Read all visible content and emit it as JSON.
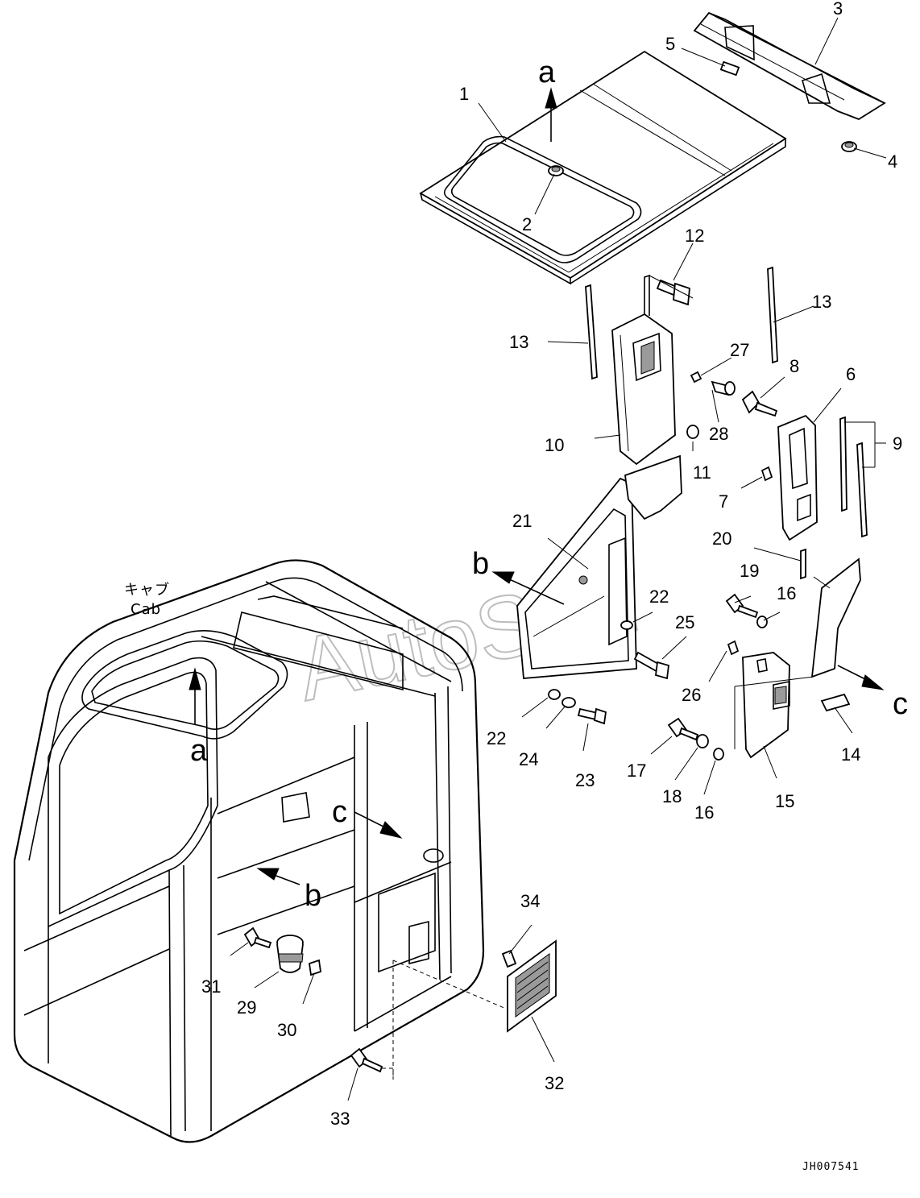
{
  "diagram": {
    "caption_jp": "キャブ",
    "caption_en": "Cab",
    "document_code": "JH007541",
    "watermark": "AutoSoft"
  },
  "parts": [
    {
      "id": "p1",
      "label": "1"
    },
    {
      "id": "p2",
      "label": "2"
    },
    {
      "id": "p3",
      "label": "3"
    },
    {
      "id": "p4",
      "label": "4"
    },
    {
      "id": "p5",
      "label": "5"
    },
    {
      "id": "p6",
      "label": "6"
    },
    {
      "id": "p7",
      "label": "7"
    },
    {
      "id": "p8",
      "label": "8"
    },
    {
      "id": "p9",
      "label": "9"
    },
    {
      "id": "p10",
      "label": "10"
    },
    {
      "id": "p11",
      "label": "11"
    },
    {
      "id": "p12",
      "label": "12"
    },
    {
      "id": "p13a",
      "label": "13"
    },
    {
      "id": "p13b",
      "label": "13"
    },
    {
      "id": "p14",
      "label": "14"
    },
    {
      "id": "p15",
      "label": "15"
    },
    {
      "id": "p16a",
      "label": "16"
    },
    {
      "id": "p16b",
      "label": "16"
    },
    {
      "id": "p17",
      "label": "17"
    },
    {
      "id": "p18",
      "label": "18"
    },
    {
      "id": "p19",
      "label": "19"
    },
    {
      "id": "p20",
      "label": "20"
    },
    {
      "id": "p21",
      "label": "21"
    },
    {
      "id": "p22a",
      "label": "22"
    },
    {
      "id": "p22b",
      "label": "22"
    },
    {
      "id": "p23",
      "label": "23"
    },
    {
      "id": "p24",
      "label": "24"
    },
    {
      "id": "p25",
      "label": "25"
    },
    {
      "id": "p26",
      "label": "26"
    },
    {
      "id": "p27",
      "label": "27"
    },
    {
      "id": "p28",
      "label": "28"
    },
    {
      "id": "p29",
      "label": "29"
    },
    {
      "id": "p30",
      "label": "30"
    },
    {
      "id": "p31",
      "label": "31"
    },
    {
      "id": "p32",
      "label": "32"
    },
    {
      "id": "p33",
      "label": "33"
    },
    {
      "id": "p34",
      "label": "34"
    }
  ],
  "view_markers": [
    {
      "id": "a_top",
      "letter": "a"
    },
    {
      "id": "a_cab",
      "letter": "a"
    },
    {
      "id": "b_top",
      "letter": "b"
    },
    {
      "id": "b_cab",
      "letter": "b"
    },
    {
      "id": "c_top",
      "letter": "c"
    },
    {
      "id": "c_cab",
      "letter": "c"
    }
  ]
}
